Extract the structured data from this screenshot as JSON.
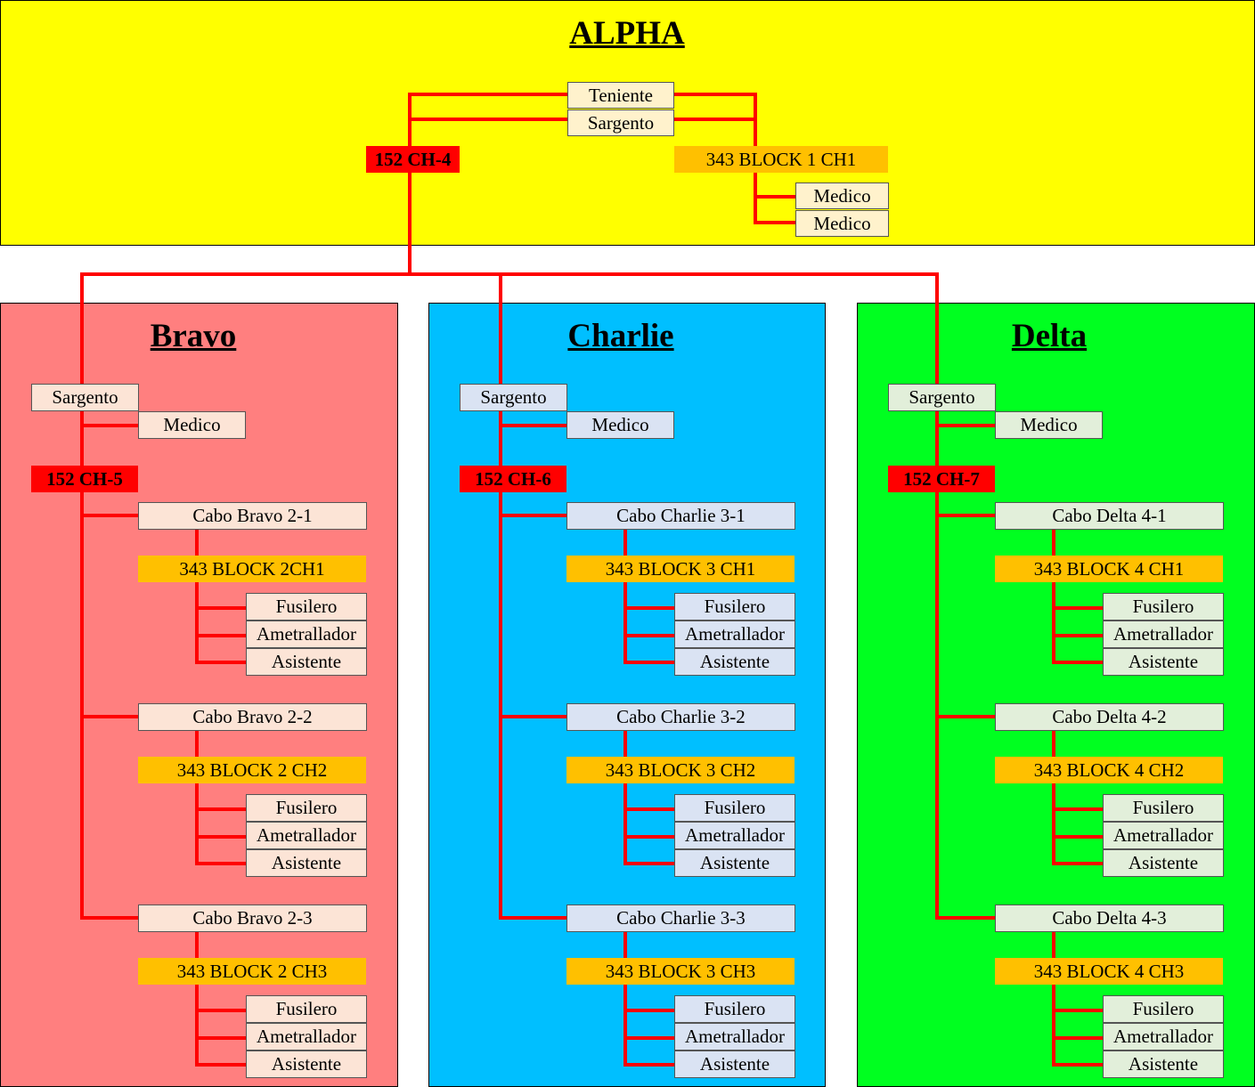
{
  "colors": {
    "alpha_bg": "#ffff00",
    "bravo_bg": "#ff7f7f",
    "charlie_bg": "#00bfff",
    "delta_bg": "#00ff20",
    "radio_bg": "#ffc000",
    "channel_bg": "#ff0000",
    "line": "#ff0000"
  },
  "alpha": {
    "title": "ALPHA",
    "teniente": "Teniente",
    "sargento": "Sargento",
    "channel": "152 CH-4",
    "radio": "343 BLOCK 1 CH1",
    "medico_1": "Medico",
    "medico_2": "Medico"
  },
  "squads": [
    {
      "title": "Bravo",
      "sargento": "Sargento",
      "medico": "Medico",
      "channel": "152 CH-5",
      "box_color": "#fce4d6",
      "teams": [
        {
          "cabo": "Cabo  Bravo 2-1",
          "radio": "343 BLOCK 2CH1",
          "members": [
            "Fusilero",
            "Ametrallador",
            "Asistente"
          ]
        },
        {
          "cabo": "Cabo  Bravo 2-2",
          "radio": "343 BLOCK 2 CH2",
          "members": [
            "Fusilero",
            "Ametrallador",
            "Asistente"
          ]
        },
        {
          "cabo": "Cabo  Bravo 2-3",
          "radio": "343 BLOCK 2 CH3",
          "members": [
            "Fusilero",
            "Ametrallador",
            "Asistente"
          ]
        }
      ]
    },
    {
      "title": "Charlie",
      "sargento": "Sargento",
      "medico": "Medico",
      "channel": "152 CH-6",
      "box_color": "#dae3f3",
      "teams": [
        {
          "cabo": "Cabo  Charlie 3-1",
          "radio": "343 BLOCK 3 CH1",
          "members": [
            "Fusilero",
            "Ametrallador",
            "Asistente"
          ]
        },
        {
          "cabo": "Cabo  Charlie 3-2",
          "radio": "343 BLOCK 3 CH2",
          "members": [
            "Fusilero",
            "Ametrallador",
            "Asistente"
          ]
        },
        {
          "cabo": "Cabo  Charlie 3-3",
          "radio": "343 BLOCK 3 CH3",
          "members": [
            "Fusilero",
            "Ametrallador",
            "Asistente"
          ]
        }
      ]
    },
    {
      "title": "Delta",
      "sargento": "Sargento",
      "medico": "Medico",
      "channel": "152 CH-7",
      "box_color": "#e2efda",
      "teams": [
        {
          "cabo": "Cabo  Delta 4-1",
          "radio": "343 BLOCK 4 CH1",
          "members": [
            "Fusilero",
            "Ametrallador",
            "Asistente"
          ]
        },
        {
          "cabo": "Cabo  Delta 4-2",
          "radio": "343 BLOCK 4 CH2",
          "members": [
            "Fusilero",
            "Ametrallador",
            "Asistente"
          ]
        },
        {
          "cabo": "Cabo  Delta 4-3",
          "radio": "343 BLOCK 4 CH3",
          "members": [
            "Fusilero",
            "Ametrallador",
            "Asistente"
          ]
        }
      ]
    }
  ]
}
